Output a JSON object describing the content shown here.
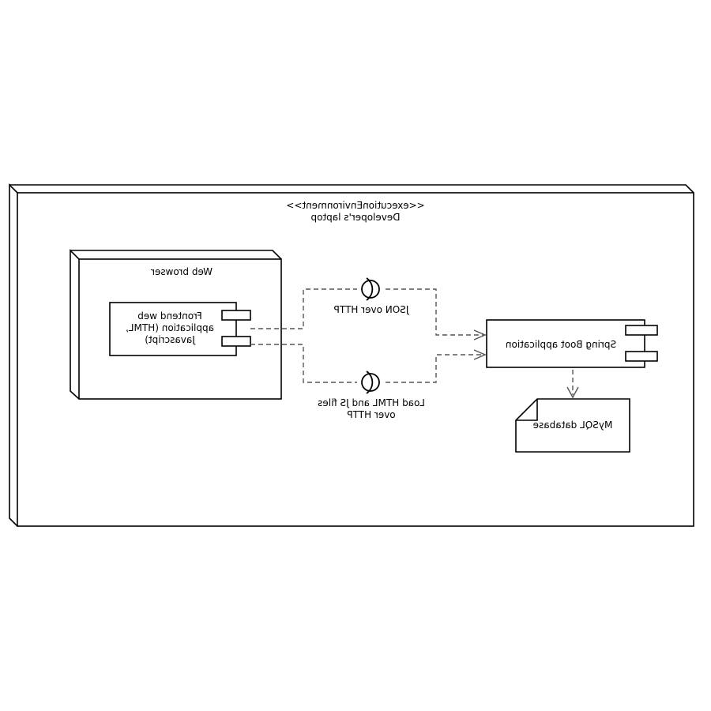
{
  "environment": {
    "stereotype": "<<executionEnvironment>>",
    "name": "Developer's laptop"
  },
  "browser_node": {
    "name": "Web browser"
  },
  "frontend_component": {
    "label": "Frontend web\napplication (HTML,\nJavascript)"
  },
  "interfaces": [
    {
      "label": "JSON over HTTP"
    },
    {
      "label": "Load HTML and JS files\nover HTTP"
    }
  ],
  "backend_component": {
    "label": "Spring Boot application"
  },
  "database": {
    "label": "MySQL database"
  },
  "colors": {
    "line": "#000000",
    "connector": "#555555",
    "background": "#ffffff"
  }
}
